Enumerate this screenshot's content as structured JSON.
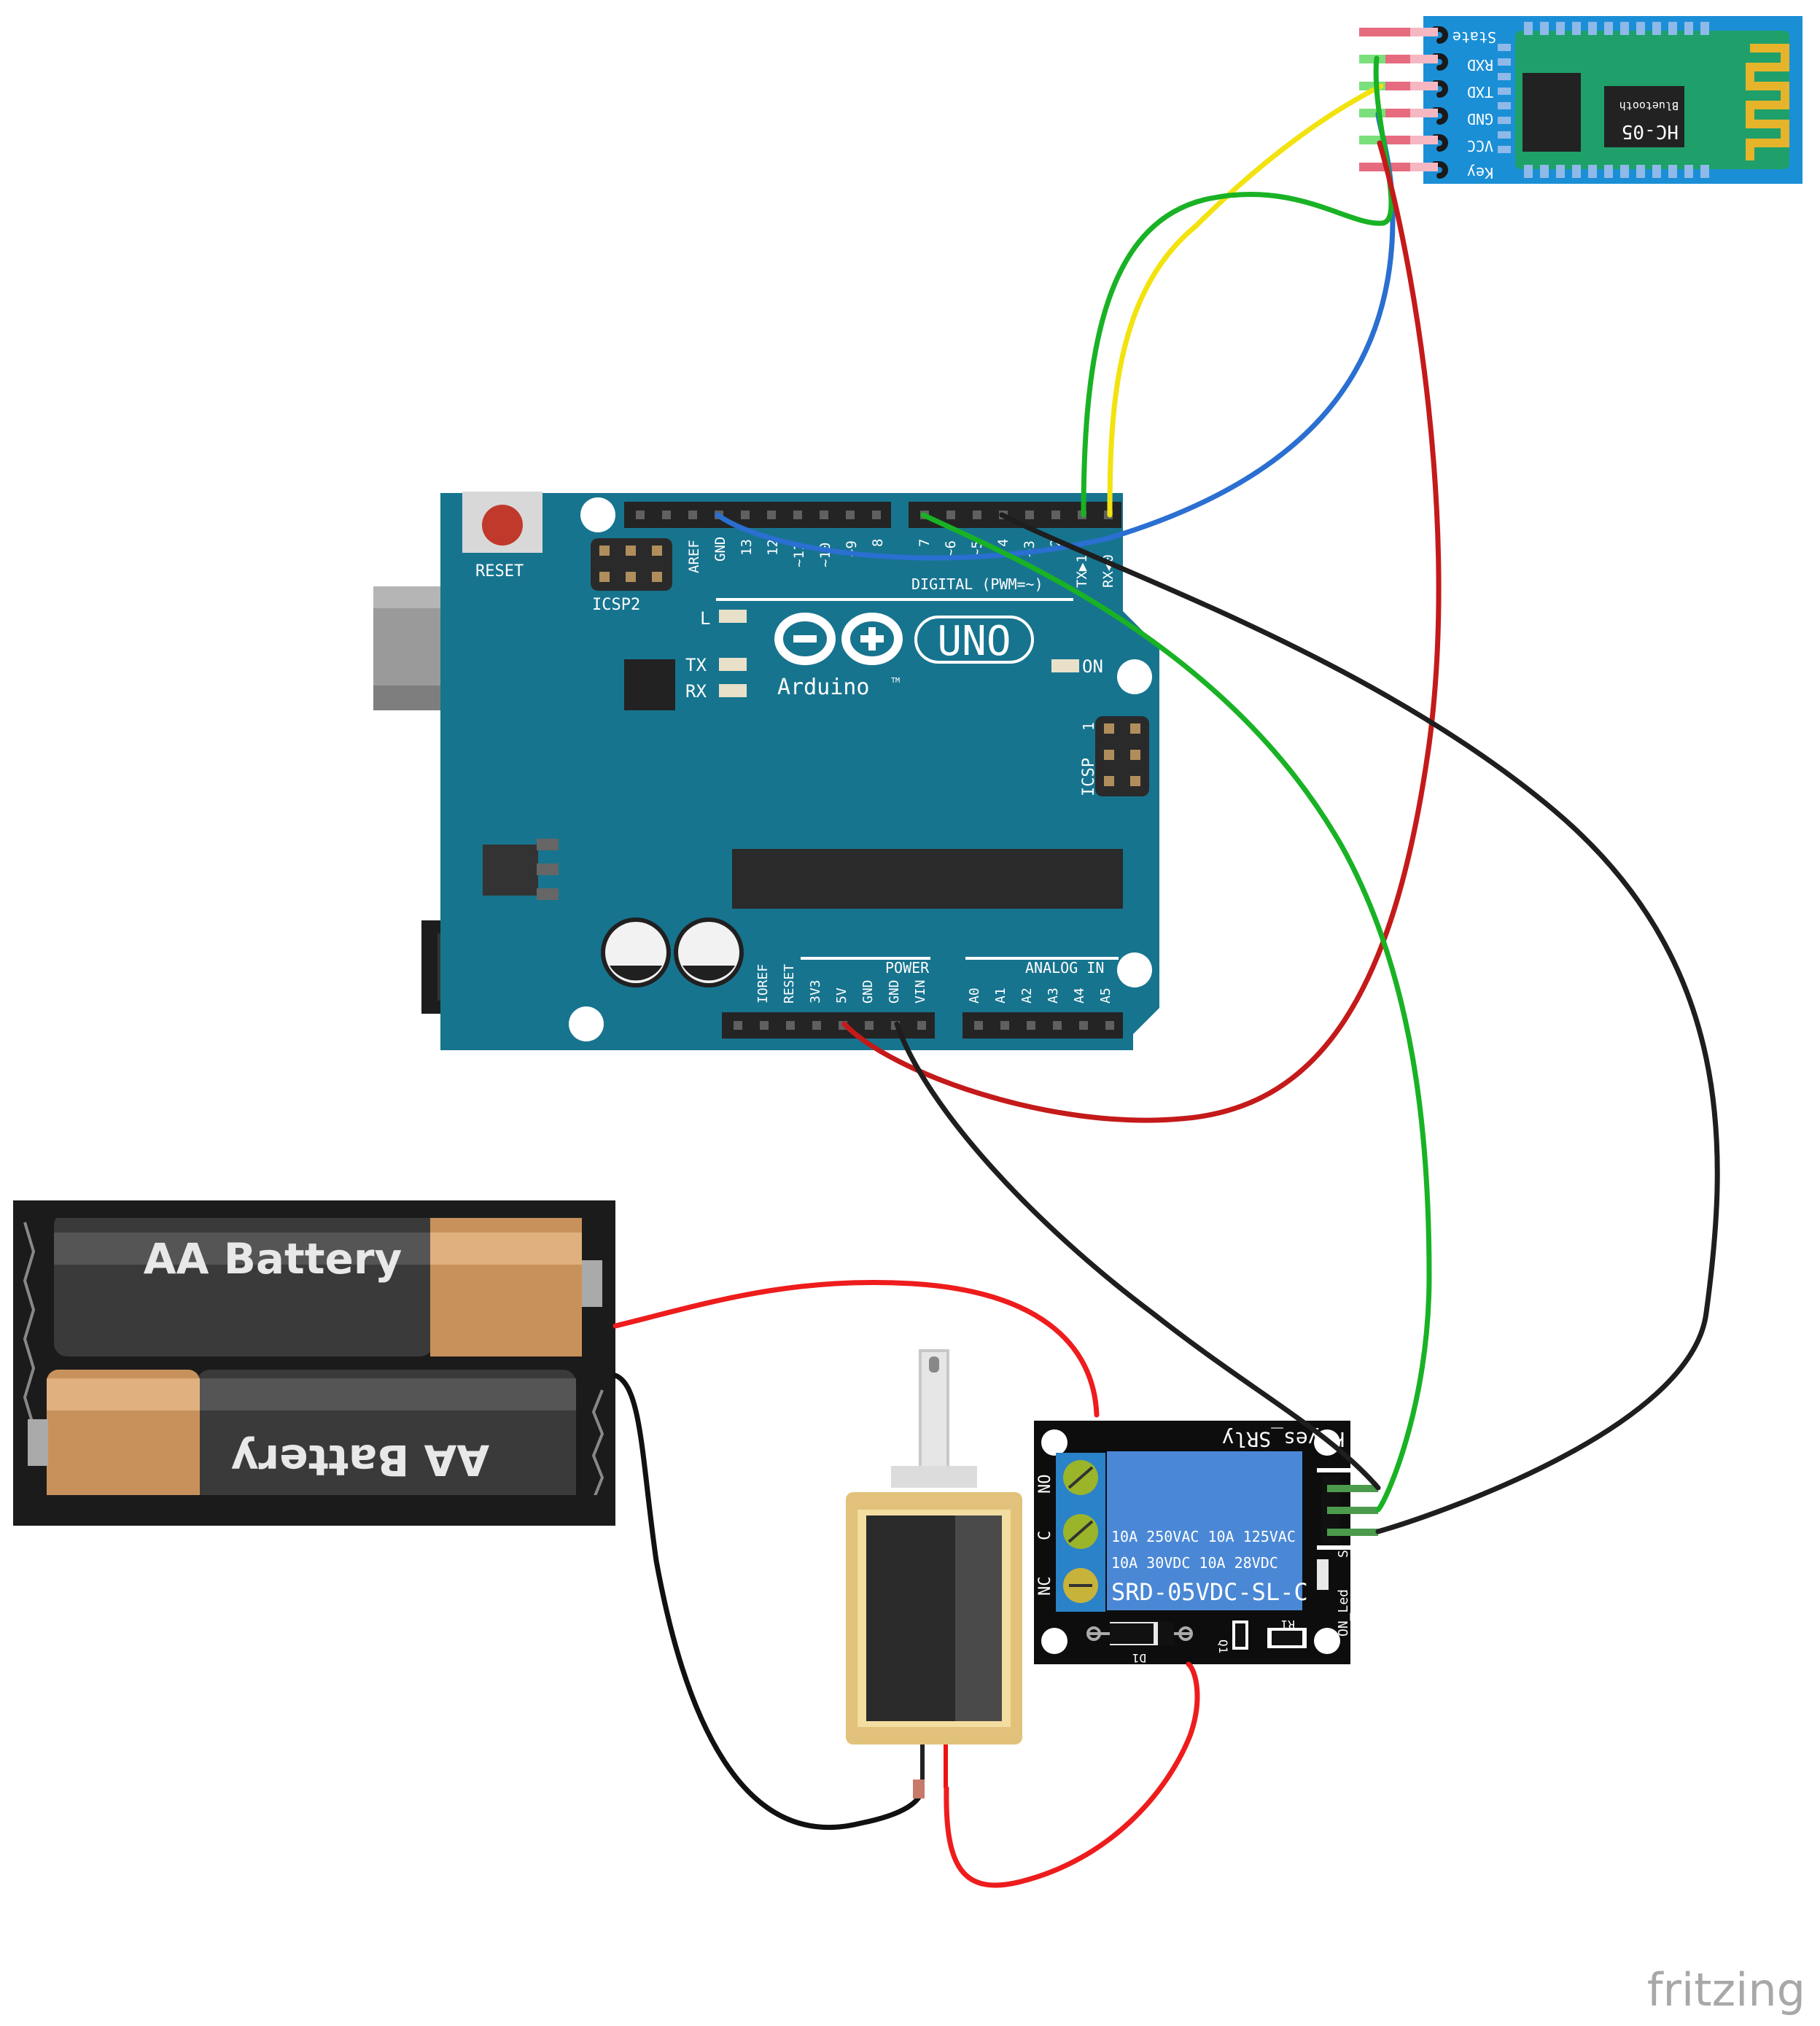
{
  "hc05": {
    "pins": [
      "State",
      "RXD",
      "TXD",
      "GND",
      "VCC",
      "Key"
    ],
    "name": "HC-05",
    "subtitle": "Bluetooth"
  },
  "arduino": {
    "reset_label": "RESET",
    "icsp2_label": "ICSP2",
    "icsp_label": "ICSP",
    "icsp_pin1": "1",
    "digital_label": "DIGITAL (PWM=~)",
    "top_left_pins": [
      "AREF",
      "GND",
      "13",
      "12",
      "~11",
      "~10",
      "~9",
      "8"
    ],
    "top_right_pins": [
      "7",
      "~6",
      "~5",
      "4",
      "~3",
      "2",
      "TX▶1",
      "RX◀0"
    ],
    "l_label": "L",
    "tx_label": "TX",
    "rx_label": "RX",
    "on_label": "ON",
    "uno_label": "UNO",
    "brand": "Arduino",
    "tm": "TM",
    "power_label": "POWER",
    "analog_label": "ANALOG IN",
    "power_pins": [
      "IOREF",
      "RESET",
      "3V3",
      "5V",
      "GND",
      "GND",
      "VIN"
    ],
    "analog_pins": [
      "A0",
      "A1",
      "A2",
      "A3",
      "A4",
      "A5"
    ]
  },
  "battery": {
    "label_top": "AA Battery",
    "label_bottom": "AA Battery"
  },
  "relay": {
    "brand": "Keyes_SRly",
    "terminals": [
      "NO",
      "C",
      "NC"
    ],
    "rating_line1": "10A 250VAC  10A 125VAC",
    "rating_line2": "10A  30VDC  10A  28VDC",
    "model": "SRD-05VDC-SL-C",
    "d1": "D1",
    "q1": "Q1",
    "r1": "R1",
    "on_led": "ON_Led",
    "s_label": "S"
  },
  "watermark": "fritzing",
  "colors": {
    "board": "#17748f",
    "wire_red": "#c41a1a",
    "wire_bright_red": "#ee1c1c",
    "wire_green": "#19b225",
    "wire_yellow": "#f2e30f",
    "wire_blue": "#2a6fd1",
    "wire_black": "#1e1e1e",
    "relay_blue": "#4a88d6",
    "bt_blue": "#1b8fd6",
    "bt_green": "#1fa06a"
  }
}
